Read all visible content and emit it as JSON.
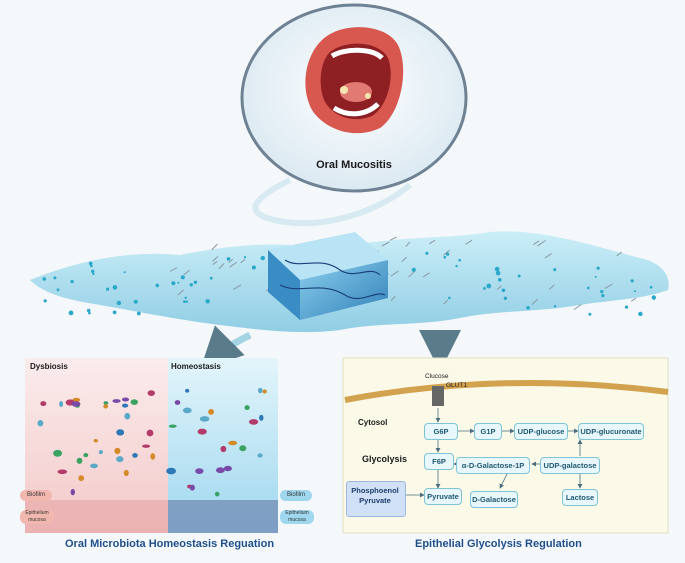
{
  "top": {
    "title": "Oral Mucositis"
  },
  "microbiota": {
    "left_label": "Dysbiosis",
    "right_label": "Homeostasis",
    "biofilm": "Biofilm",
    "epithelium": "Epithelium mucosa",
    "caption": "Oral Microbiota Homeostasis Reguation"
  },
  "glycolysis": {
    "glucose": "Clucose",
    "glut1": "GLUT1",
    "cytosol": "Cytosol",
    "glycolysis": "Glycolysis",
    "pep": "Phosphoenol Pyruvate",
    "nodes": {
      "g6p": "G6P",
      "g1p": "G1P",
      "udp_glucose": "UDP-glucose",
      "udp_glucuronate": "UDP-glucuronate",
      "f6p": "F6P",
      "gal1p": "α-D-Galactose-1P",
      "udp_galactose": "UDP-galactose",
      "pyruvate": "Pyruvate",
      "d_galactose": "D-Galactose",
      "lactose": "Lactose"
    },
    "caption": "Epithelial Glycolysis Regulation"
  },
  "colors": {
    "accent": "#1f4f8a",
    "node_fill": "#e8f7fb",
    "node_border": "#7ec3d6",
    "dysbiosis_bg": "#f9e0e0",
    "homeostasis_bg": "#d8f0f8",
    "gel": "#9fd8ec"
  }
}
